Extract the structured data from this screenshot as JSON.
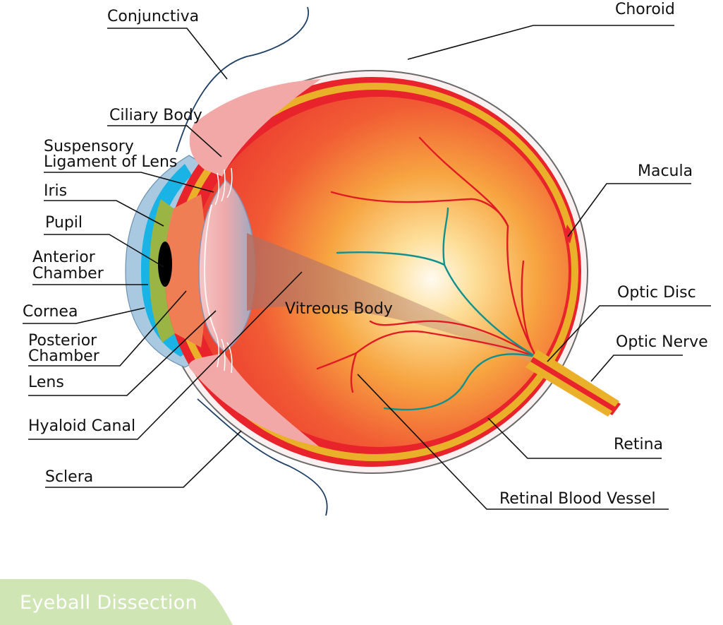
{
  "footer": {
    "title": "Eyeball Dissection"
  },
  "labels": {
    "conjunctiva": "Conjunctiva",
    "ciliary_body": "Ciliary Body",
    "suspensory_line1": "Suspensory",
    "suspensory_line2": "Ligament of Lens",
    "iris": "Iris",
    "pupil": "Pupil",
    "anterior_line1": "Anterior",
    "anterior_line2": "Chamber",
    "cornea": "Cornea",
    "posterior_line1": "Posterior",
    "posterior_line2": "Chamber",
    "lens": "Lens",
    "hyaloid_canal": "Hyaloid Canal",
    "sclera": "Sclera",
    "choroid": "Choroid",
    "macula": "Macula",
    "optic_disc": "Optic Disc",
    "optic_nerve": "Optic Nerve",
    "vitreous_body": "Vitreous Body",
    "retina": "Retina",
    "retinal_blood_vessel": "Retinal Blood Vessel"
  },
  "colors": {
    "sclera_fill": "#fbf0f0",
    "choroid": "#ebb02a",
    "retina_red": "#e8232b",
    "vitreous": "#ee4a30",
    "macula_glow": "#fff6d8",
    "cornea": "#a9c9e0",
    "aqueous": "#1ab3e6",
    "iris": "#9bb544",
    "ciliary": "#f3a8a8",
    "lens": "#f2b4b4",
    "artery": "#e01b24",
    "vein": "#12908e",
    "footer_badge": "#cfe6b4"
  }
}
